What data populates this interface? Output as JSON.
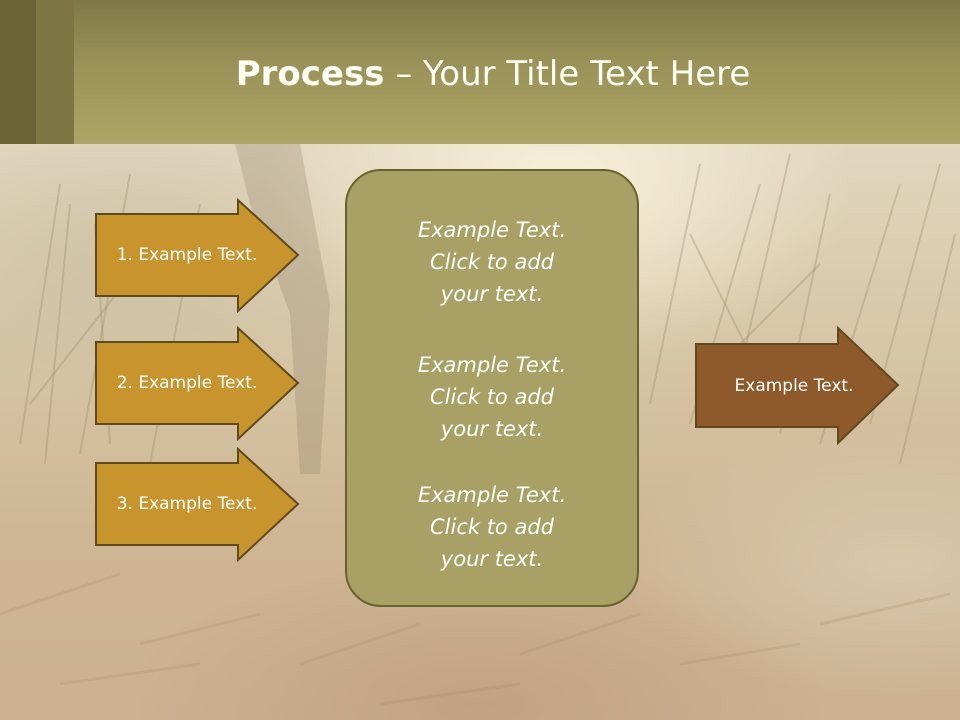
{
  "title": {
    "bold": "Process",
    "rest": " – Your Title Text Here"
  },
  "left_arrows": [
    {
      "label": "1. Example Text."
    },
    {
      "label": "2. Example Text."
    },
    {
      "label": "3. Example Text."
    }
  ],
  "center_box": {
    "paragraphs": [
      {
        "line1": "Example Text.",
        "line2": "Click  to add",
        "line3": "your text."
      },
      {
        "line1": "Example Text.",
        "line2": "Click  to add",
        "line3": "your text."
      },
      {
        "line1": "Example Text.",
        "line2": "Click  to add",
        "line3": "your text."
      }
    ]
  },
  "right_arrow": {
    "label": "Example Text."
  },
  "colors": {
    "header": "#9a9258",
    "left_arrow_fill": "#c8942e",
    "right_arrow_fill": "#8e5a2b",
    "box_fill": "#a8a064",
    "outline": "#5e4a1c"
  }
}
